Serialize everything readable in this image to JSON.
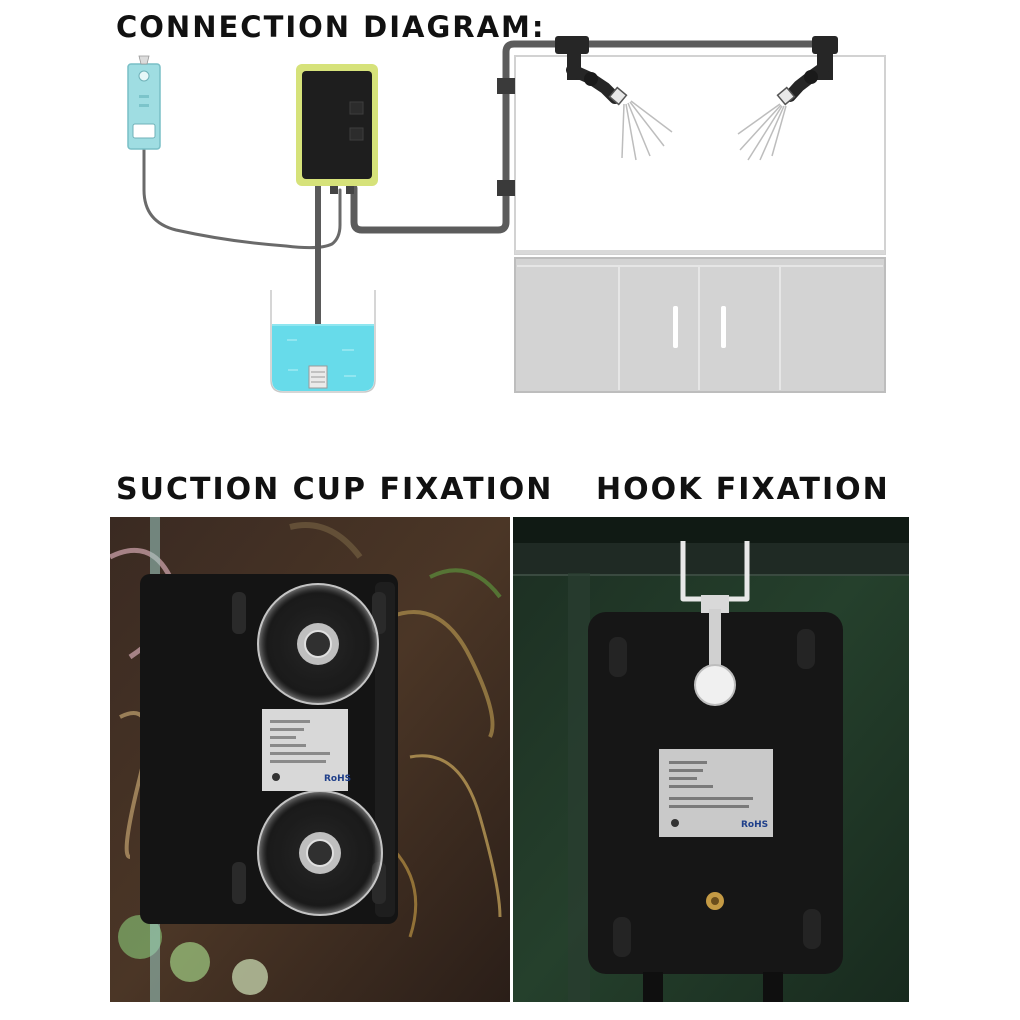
{
  "headings": {
    "connection": "CONNECTION DIAGRAM:",
    "suction": "SUCTION CUP FIXATION",
    "hook": "HOOK FIXATION"
  },
  "label_plate": {
    "mark": "RoHS"
  },
  "colors": {
    "controller_frame": "#d6e27a",
    "controller_body": "#1c1c1c",
    "pump_body": "#9fdde2",
    "water": "#67dbea",
    "tube": "#5a5a5a",
    "cabinet": "#cfcfcf"
  },
  "icons": {
    "controller": "controller-icon",
    "pump": "pump-icon",
    "nozzle": "spray-nozzle-icon",
    "suction_cup": "suction-cup-icon",
    "hook": "hook-icon"
  }
}
